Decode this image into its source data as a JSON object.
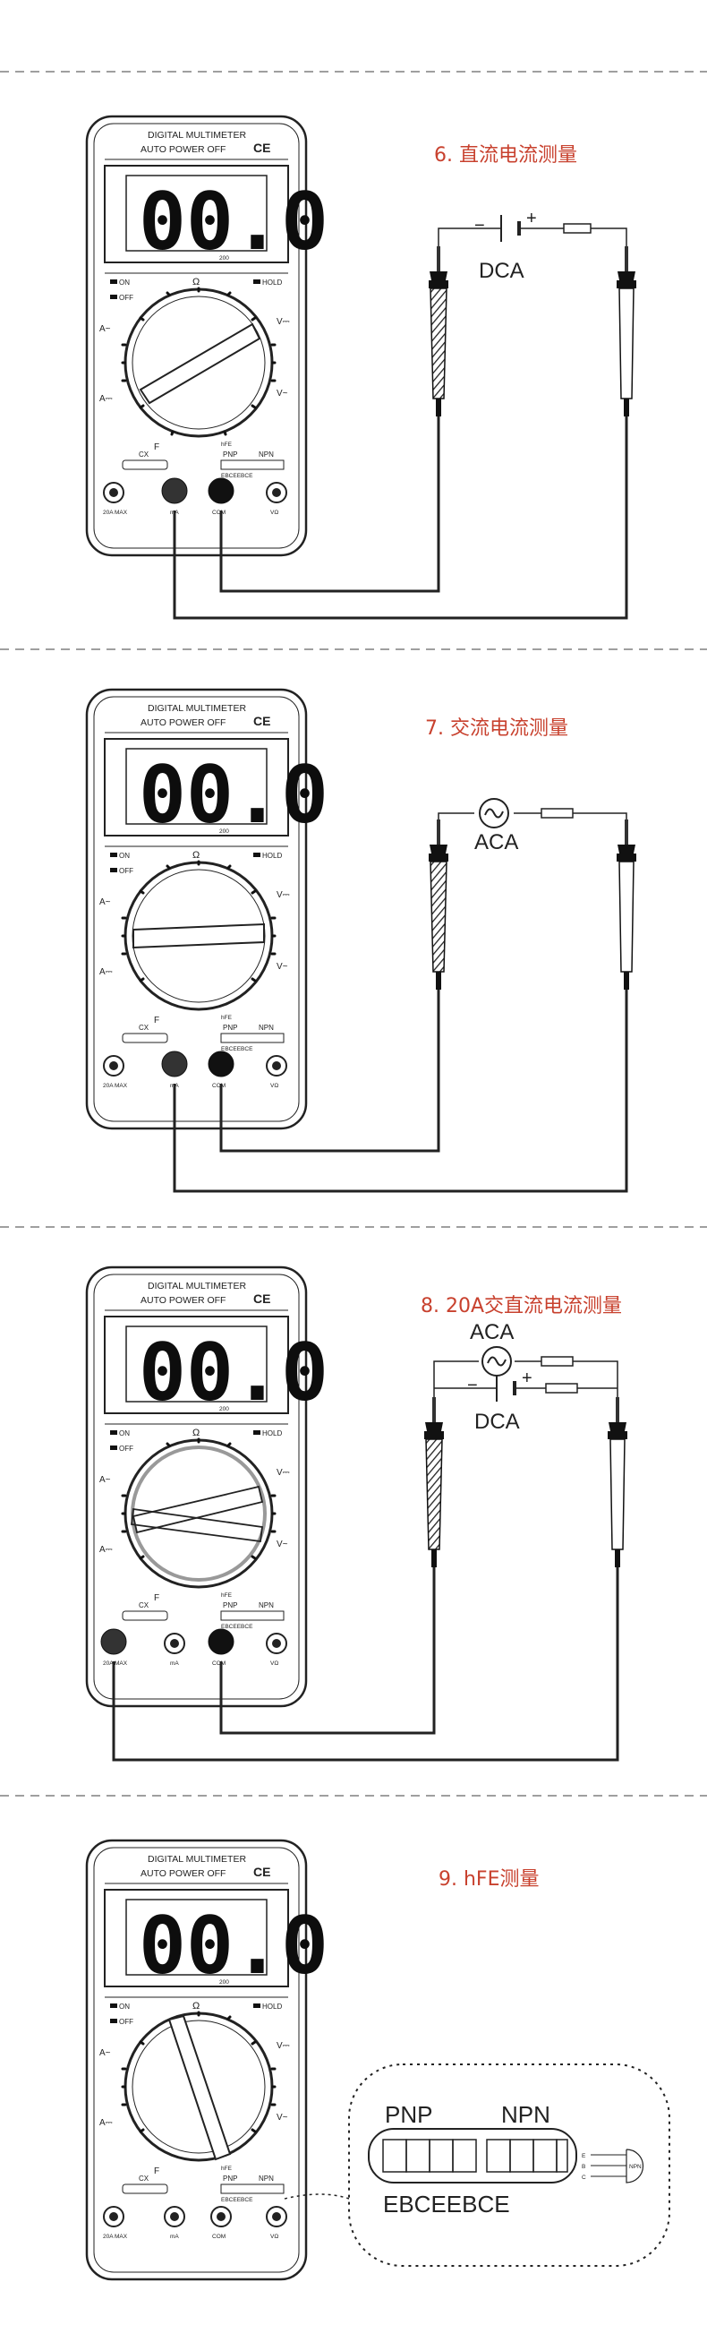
{
  "multimeter": {
    "brand_line": "DIGITAL MULTIMETER",
    "auto_off": "AUTO POWER OFF",
    "ce_mark": "CE",
    "lcd_reading": "00.0",
    "on_label": "ON",
    "off_label": "OFF",
    "hold_label": "HOLD",
    "cx_label": "CX",
    "pnp_label": "PNP",
    "npn_label": "NPN",
    "hfe_pins": "EBCEEBCE",
    "jack_20a": "20A MAX",
    "jack_ma": "mA",
    "jack_com": "COM",
    "jack_vohm": "VΩ",
    "dial_ohm": "Ω",
    "dial_v_dc": "V⎓",
    "dial_v_ac": "V~",
    "dial_a_dc": "A⎓",
    "dial_a_ac": "A~",
    "dial_f": "F",
    "dial_hfe": "hFE",
    "dial_200": "200"
  },
  "sections": [
    {
      "title": "6. 直流电流测量",
      "source": "DCA",
      "minus": "−",
      "plus": "+"
    },
    {
      "title": "7. 交流电流测量",
      "source": "ACA"
    },
    {
      "title": "8. 20A交直流电流测量",
      "source_ac": "ACA",
      "source_dc": "DCA",
      "minus": "−",
      "plus": "+"
    },
    {
      "title": "9. hFE测量"
    }
  ],
  "hfe_zoom": {
    "pnp": "PNP",
    "npn": "NPN",
    "pins": "EBCEEBCE",
    "e": "E",
    "b": "B",
    "c": "C",
    "npn_small": "NPN"
  }
}
